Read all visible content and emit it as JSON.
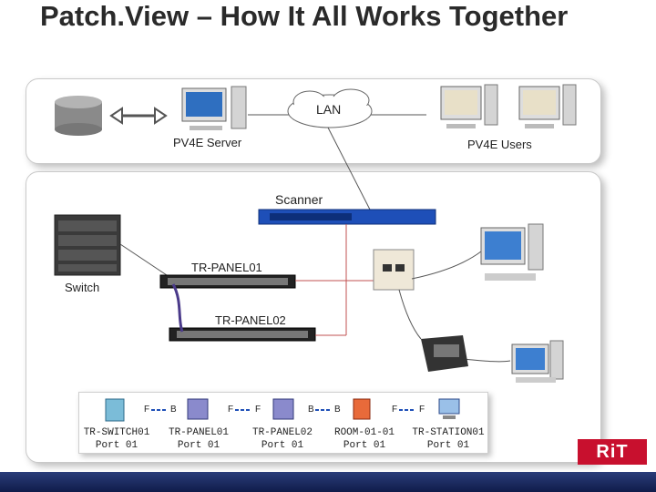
{
  "slide": {
    "title": "Patch.View – How It All Works Together"
  },
  "top_panel": {
    "lan_label": "LAN",
    "server_label": "PV4E Server",
    "users_label": "PV4E Users"
  },
  "main_panel": {
    "scanner_label": "Scanner",
    "switch_label": "Switch",
    "panel1_label": "TR-PANEL01",
    "panel2_label": "TR-PANEL02"
  },
  "legend": {
    "items": [
      {
        "name": "TR-SWITCH01",
        "port": "Port 01",
        "icon": "switch-icon"
      },
      {
        "name": "TR-PANEL01",
        "port": "Port 01",
        "icon": "panel-icon"
      },
      {
        "name": "TR-PANEL02",
        "port": "Port 01",
        "icon": "panel-icon"
      },
      {
        "name": "ROOM-01-01",
        "port": "Port 01",
        "icon": "outlet-icon"
      },
      {
        "name": "TR-STATION01",
        "port": "Port 01",
        "icon": "computer-icon"
      }
    ],
    "connectors": [
      {
        "left": "F",
        "right": "B"
      },
      {
        "left": "F",
        "right": "F"
      },
      {
        "left": "B",
        "right": "B"
      },
      {
        "left": "F",
        "right": "F"
      }
    ]
  },
  "logo": {
    "text": "RiT"
  },
  "colors": {
    "accent_blue": "#1e4fb8",
    "cable_red": "#c05050",
    "cable_purple": "#4a3a8a",
    "logo_red": "#c8102e"
  }
}
